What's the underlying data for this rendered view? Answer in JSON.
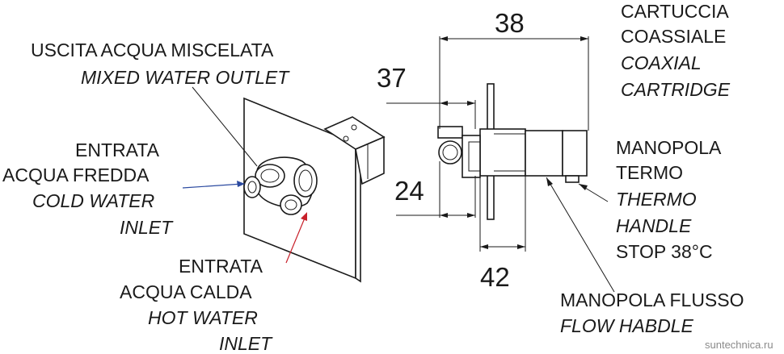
{
  "labels": {
    "mixed_outlet": {
      "it": "USCITA ACQUA MISCELATA",
      "en": "MIXED WATER OUTLET"
    },
    "cold_inlet": {
      "it_1": "ENTRATA",
      "it_2": "ACQUA FREDDA",
      "en_1": "COLD WATER",
      "en_2": "INLET"
    },
    "hot_inlet": {
      "it_1": "ENTRATA",
      "it_2": "ACQUA CALDA",
      "en_1": "HOT WATER",
      "en_2": "INLET"
    },
    "cartridge": {
      "it_1": "CARTUCCIA",
      "it_2": "COASSIALE",
      "en_1": "COAXIAL",
      "en_2": "CARTRIDGE"
    },
    "thermo_handle": {
      "it_1": "MANOPOLA",
      "it_2": "TERMO",
      "en_1": "THERMO",
      "en_2": "HANDLE",
      "stop": "STOP 38°C"
    },
    "flow_handle": {
      "it": "MANOPOLA FLUSSO",
      "en": "FLOW HABDLE"
    }
  },
  "dimensions": {
    "d38": "38",
    "d37": "37",
    "d24": "24",
    "d42": "42"
  },
  "watermark": "suntechnica.ru",
  "colors": {
    "ink": "#1a1a1a",
    "cold": "#2b4aa0",
    "hot": "#c8202a"
  }
}
